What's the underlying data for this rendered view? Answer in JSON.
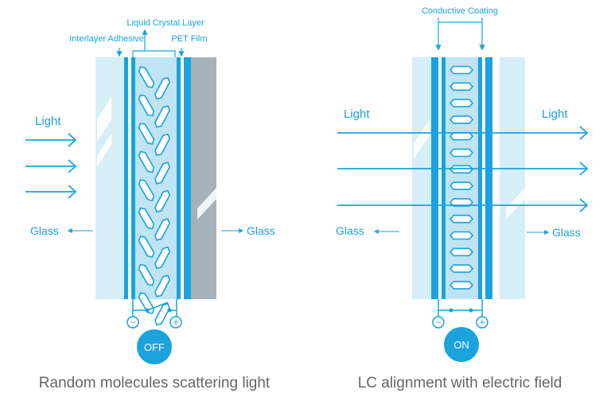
{
  "colors": {
    "accent": "#1aa3dc",
    "glass_light": "#d6eef8",
    "glass_mid": "#bfe4f4",
    "dark_pane": "#a6b2b9",
    "caption": "#666666"
  },
  "left_panel": {
    "label_liquid_crystal": "Liquid Crystal Layer",
    "label_adhesive": "Interlayer Adhesive",
    "label_pet": "PET Film",
    "label_light": "Light",
    "label_glass_left": "Glass",
    "label_glass_right": "Glass",
    "minus_symbol": "−",
    "plus_symbol": "+",
    "state_button": "OFF",
    "caption": "Random molecules scattering light"
  },
  "right_panel": {
    "label_coating": "Conductive Coating",
    "label_light_left": "Light",
    "label_light_right": "Light",
    "label_glass_left": "Glass",
    "label_glass_right": "Glass",
    "minus_symbol": "−",
    "plus_symbol": "+",
    "state_button": "ON",
    "caption": "LC alignment with electric field"
  }
}
